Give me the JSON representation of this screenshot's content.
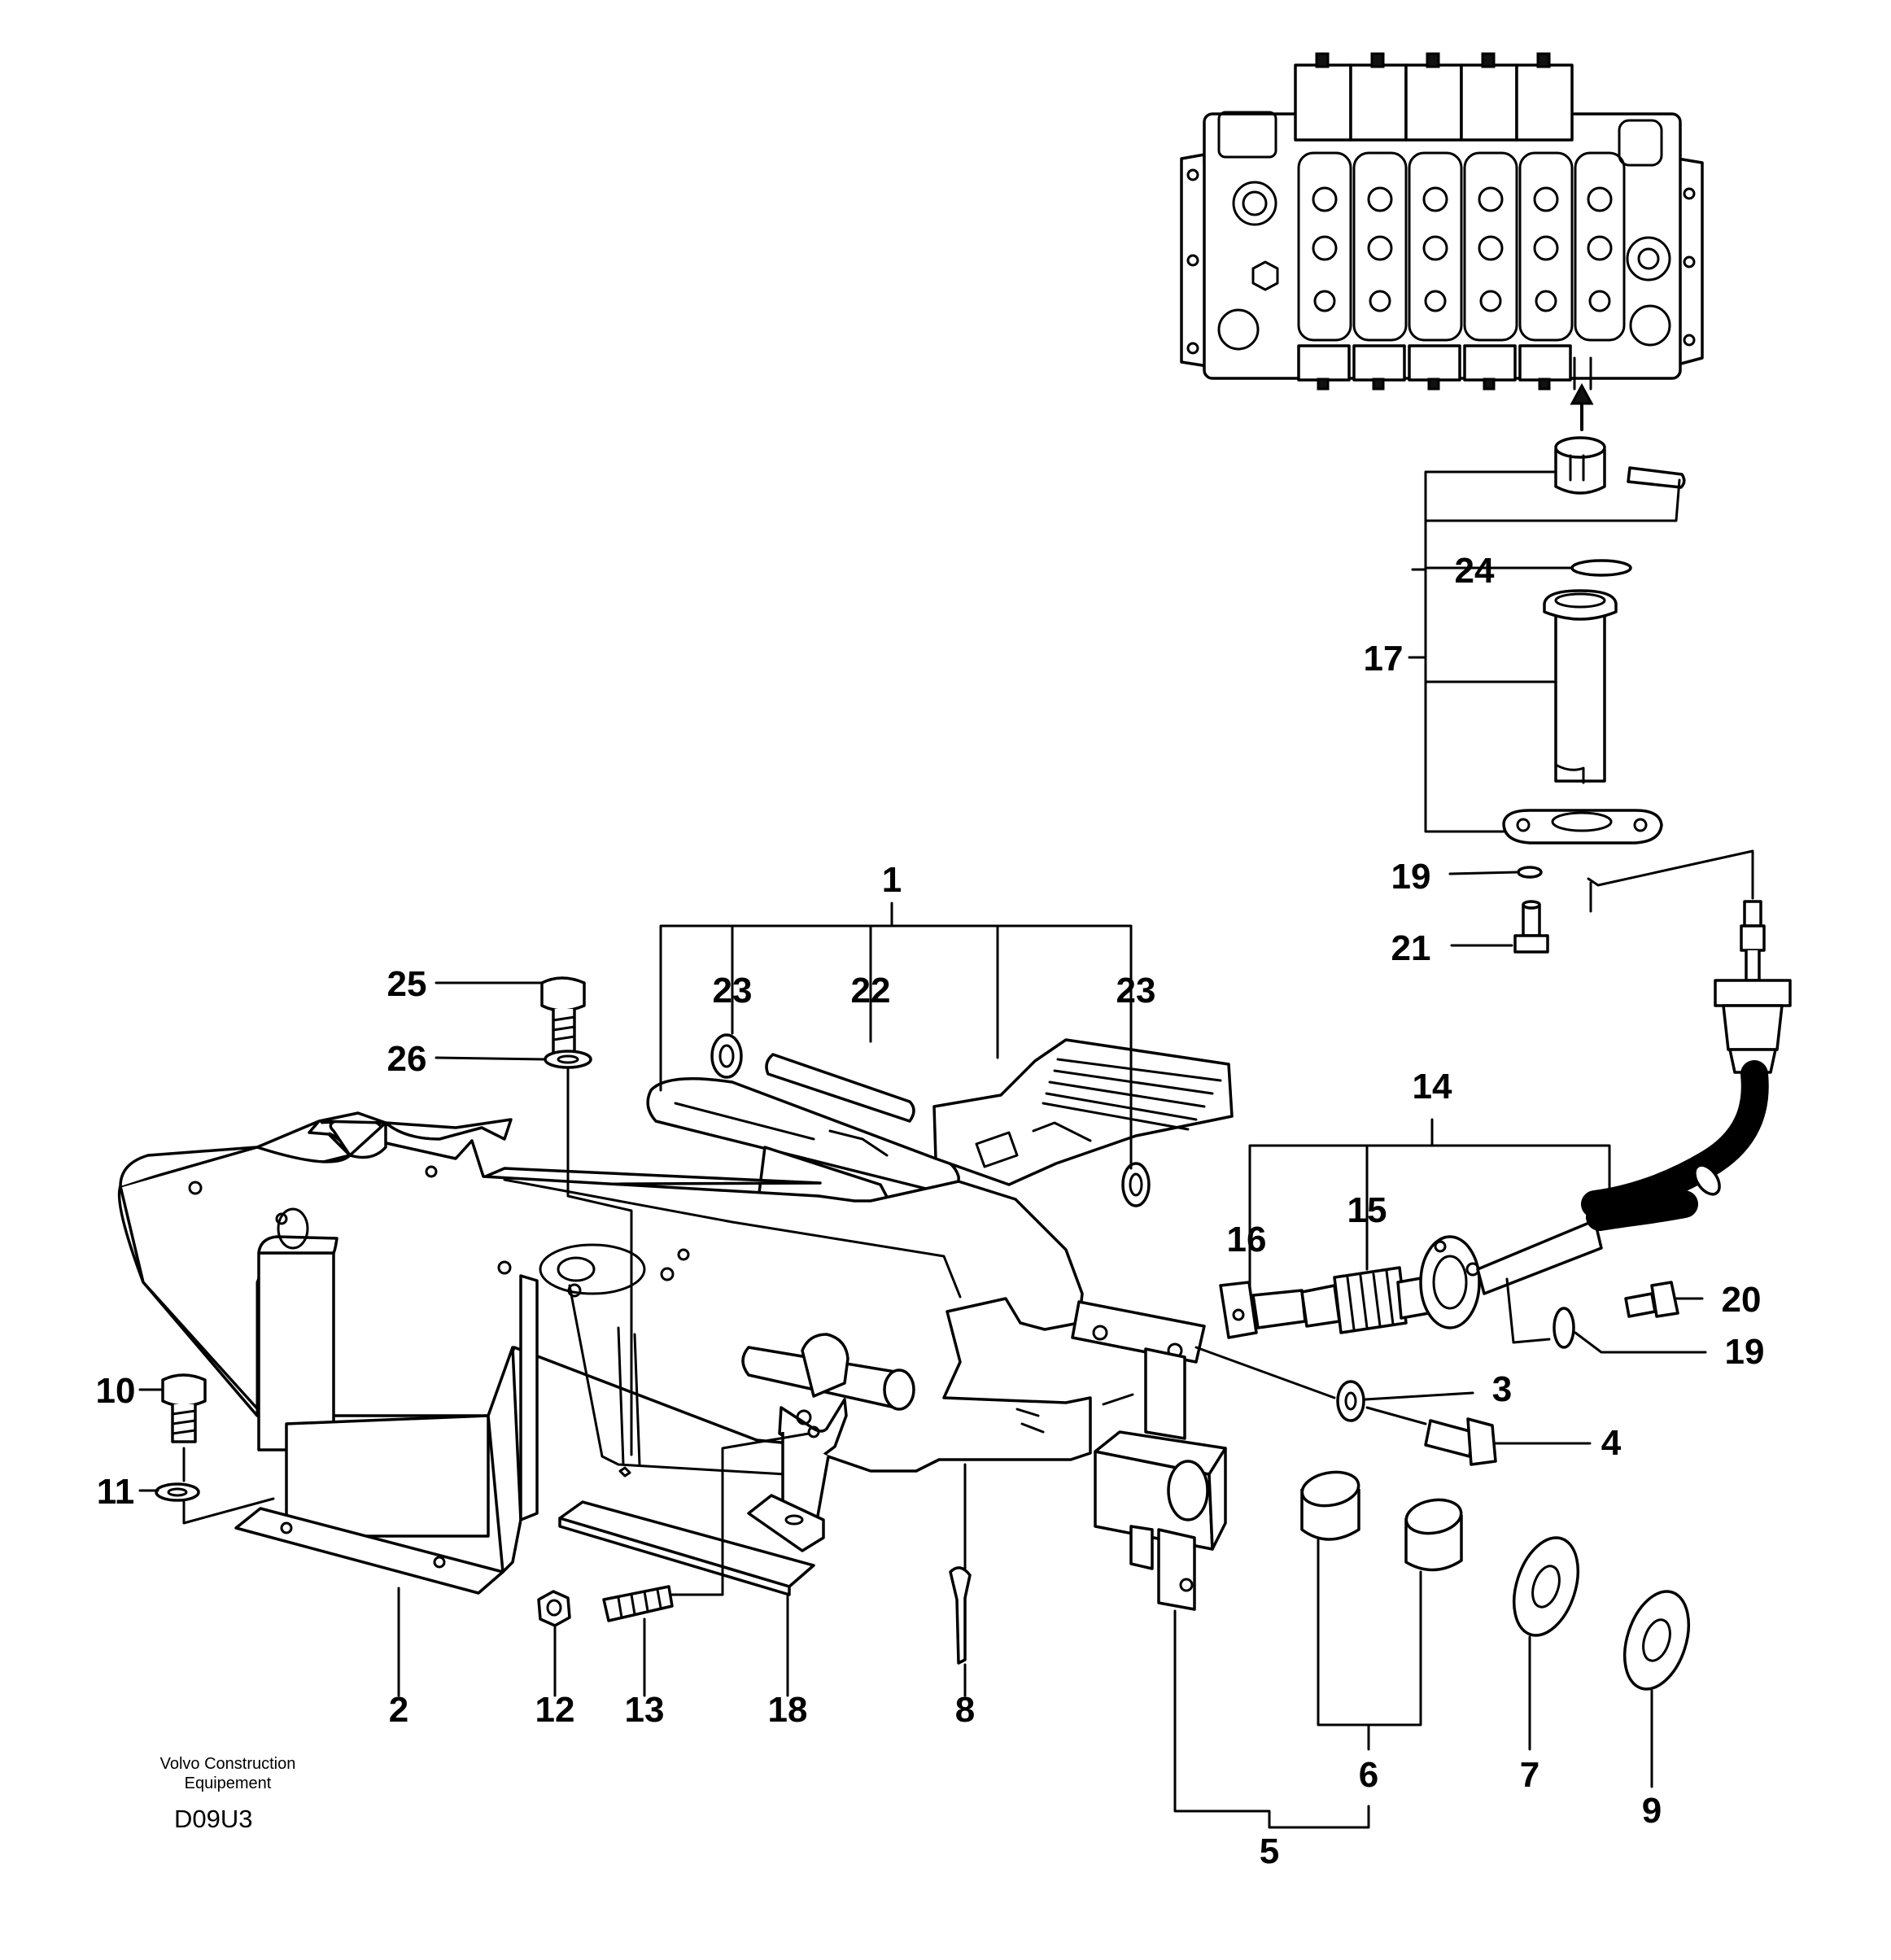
{
  "callouts": {
    "c1": "1",
    "c2": "2",
    "c3": "3",
    "c4": "4",
    "c5": "5",
    "c6": "6",
    "c7": "7",
    "c8": "8",
    "c9": "9",
    "c10": "10",
    "c11": "11",
    "c12": "12",
    "c13": "13",
    "c14": "14",
    "c15": "15",
    "c16": "16",
    "c17": "17",
    "c18": "18",
    "c19a": "19",
    "c19b": "19",
    "c20": "20",
    "c21": "21",
    "c22": "22",
    "c23a": "23",
    "c23b": "23",
    "c24": "24",
    "c25": "25",
    "c26": "26"
  },
  "caption": {
    "line1": "Volvo Construction",
    "line2": "Equipement",
    "drawing_code": "D09U3"
  }
}
